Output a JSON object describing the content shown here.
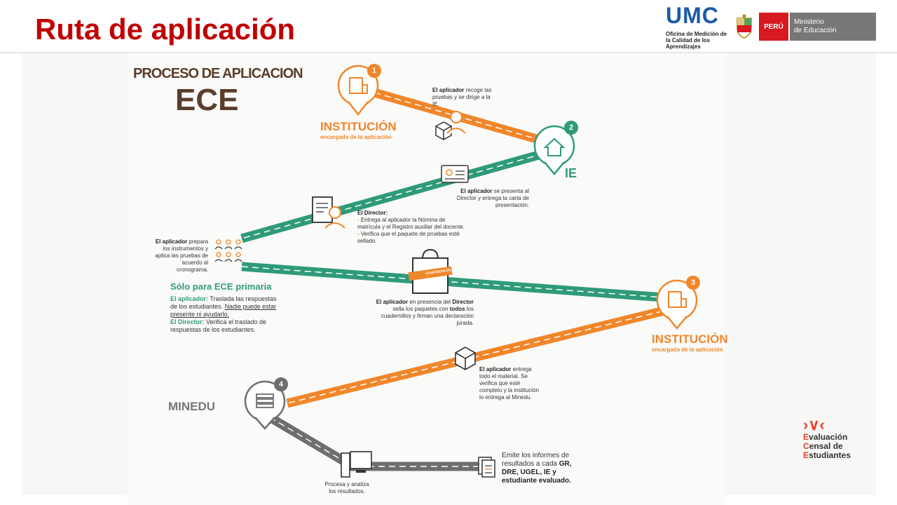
{
  "slide": {
    "title": "Ruta de aplicación"
  },
  "header": {
    "umc_logo": "UMC",
    "umc_subtitle": "Oficina de Medición de la Calidad de los Aprendizajes",
    "peru_label": "PERÚ",
    "ministry_line1": "Ministerio",
    "ministry_line2": "de Educación"
  },
  "diagram": {
    "heading1": "PROCESO DE APLICACION",
    "heading2": "ECE",
    "stations": {
      "s1": {
        "number": "1",
        "name": "INSTITUCIÓN",
        "sub": "encargada de la aplicación"
      },
      "s2": {
        "number": "2",
        "name": "IE"
      },
      "s3": {
        "number": "3",
        "name": "INSTITUCIÓN",
        "sub": "encargada de la aplicación"
      },
      "s4": {
        "number": "4",
        "name": "MINEDU"
      }
    },
    "notes": {
      "recoge_bold": "El aplicador",
      "recoge_text": " recoge las pruebas y se dirige a la IE.",
      "presenta_bold": "El aplicador",
      "presenta_text": " se presenta al Director y entrega la carta de presentación.",
      "director_bold": "El Director:",
      "director_item1": "Entrega al aplicador la Nómina de matrícula y el Registro auxiliar del docente.",
      "director_item2": "Verifica que el paquete de pruebas esté sellado.",
      "prepara_bold": "El aplicador",
      "prepara_text": " prepara los instrumentos y aplica las pruebas de acuerdo al cronograma.",
      "primaria_title": "Sólo para ECE primaria",
      "primaria_app_bold": "El aplicador:",
      "primaria_app_text": " Traslada las respuestas de los estudiantes. ",
      "primaria_app_underline": "Nadie puede estar presente ni ayudarlo.",
      "primaria_dir_bold": "El Director:",
      "primaria_dir_text": " Verifica el traslado de respuestas de los estudiantes.",
      "sella_bold1": "El aplicador",
      "sella_text1": " en presencia del ",
      "sella_bold2": "Director",
      "sella_text2": " sella los paquetes con ",
      "sella_bold3": "todos",
      "sella_text3": " los cuadernillos y firman una declaración jurada.",
      "confidencial": "CONFIDENCIAL",
      "entrega_bold": "El aplicador",
      "entrega_text": " entrega todo el material. Se verifica que esté completo y la institución lo entrega al Minedu.",
      "procesa": "Procesa y analiza los resultados.",
      "emite_text": "Emite los informes de resultados a cada ",
      "emite_bold": "GR, DRE, UGEL, IE y estudiante evaluado."
    },
    "colors": {
      "orange": "#f0862a",
      "green": "#2f9a7a",
      "gray": "#6e6e6e",
      "red": "#c00000"
    }
  },
  "footer_logo": {
    "line1_initial": "E",
    "line1_rest": "valuación",
    "line2_initial": "C",
    "line2_rest": "ensal de",
    "line3_initial": "E",
    "line3_rest": "studiantes"
  }
}
